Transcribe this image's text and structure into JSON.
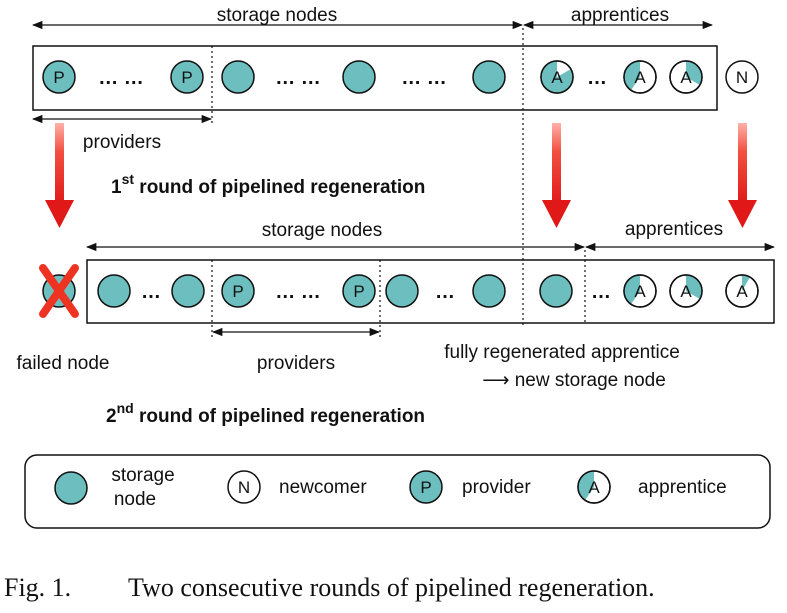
{
  "round1": {
    "storage_nodes_label": "storage nodes",
    "apprentices_label": "apprentices",
    "providers_label": "providers",
    "round_title_number": "1",
    "round_title_sup": "st",
    "round_title_rest": " round of pipelined regeneration"
  },
  "round2": {
    "storage_nodes_label": "storage nodes",
    "apprentices_label": "apprentices",
    "providers_label": "providers",
    "failed_node_label": "failed node",
    "fully_regen_line1": "fully regenerated apprentice",
    "fully_regen_line2": "⟶  new storage node",
    "round_title_number": "2",
    "round_title_sup": "nd",
    "round_title_rest": " round of pipelined regeneration"
  },
  "node_letters": {
    "provider": "P",
    "apprentice": "A",
    "newcomer": "N"
  },
  "ellipsis": {
    "long": "… …",
    "short": "…"
  },
  "legend": {
    "storage_node_line1": "storage",
    "storage_node_line2": "node",
    "newcomer": "newcomer",
    "provider": "provider",
    "apprentice": "apprentice"
  },
  "caption": {
    "label": "Fig. 1.",
    "text": "Two consecutive rounds of pipelined regeneration."
  },
  "colors": {
    "node_fill": "#6dbfbf",
    "arrow_red": "#ee2222",
    "failed_x": "#ee3322"
  }
}
